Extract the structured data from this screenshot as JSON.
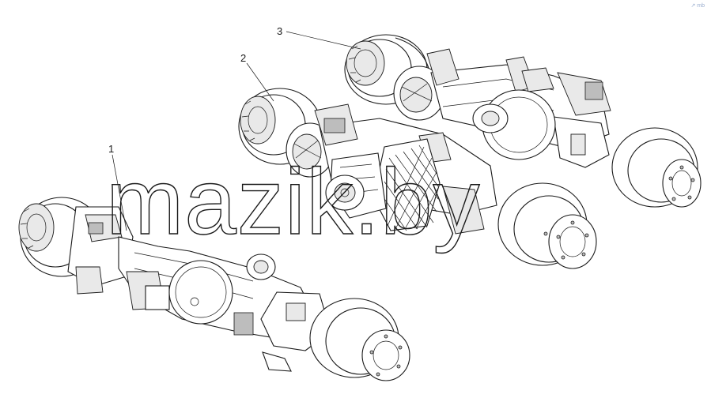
{
  "diagram": {
    "callouts": [
      {
        "id": "1",
        "label": "1"
      },
      {
        "id": "2",
        "label": "2"
      },
      {
        "id": "3",
        "label": "3"
      }
    ],
    "watermark": "mazik.by",
    "corner_mark": "↗ mb"
  }
}
